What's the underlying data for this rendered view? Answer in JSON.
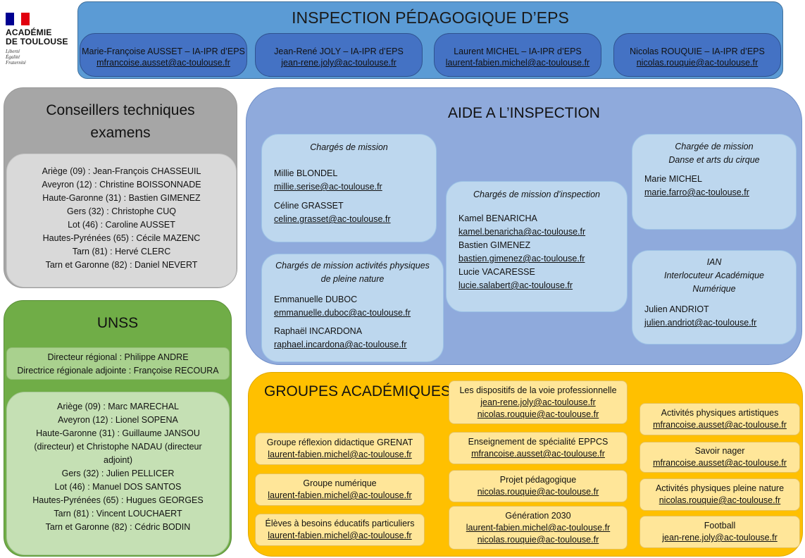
{
  "logo": {
    "line1": "ACADÉMIE",
    "line2": "DE TOULOUSE",
    "motto": [
      "Liberté",
      "Égalité",
      "Fraternité"
    ]
  },
  "inspection": {
    "title": "INSPECTION PÉDAGOGIQUE D’EPS",
    "inspectors": [
      {
        "name": "Marie-Françoise AUSSET – IA-IPR d’EPS",
        "email": "mfrancoise.ausset@ac-toulouse.fr"
      },
      {
        "name": "Jean-René JOLY – IA-IPR d’EPS",
        "email": "jean-rene.joly@ac-toulouse.fr"
      },
      {
        "name": "Laurent MICHEL – IA-IPR d’EPS",
        "email": "laurent-fabien.michel@ac-toulouse.fr"
      },
      {
        "name": "Nicolas ROUQUIE – IA-IPR d’EPS",
        "email": "nicolas.rouquie@ac-toulouse.fr"
      }
    ]
  },
  "conseillers": {
    "title_l1": "Conseillers techniques",
    "title_l2": "examens",
    "items": [
      "Ariège (09) : Jean-François CHASSEUIL",
      "Aveyron (12) : Christine BOISSONNADE",
      "Haute-Garonne (31) : Bastien GIMENEZ",
      "Gers (32) : Christophe CUQ",
      "Lot (46) : Caroline AUSSET",
      "Hautes-Pyrénées (65) : Cécile MAZENC",
      "Tarn (81) : Hervé CLERC",
      "Tarn et Garonne (82) : Daniel NEVERT"
    ]
  },
  "unss": {
    "title": "UNSS",
    "directors": [
      "Directeur régional : Philippe ANDRE",
      "Directrice régionale adjointe : Françoise RECOURA"
    ],
    "items": [
      "Ariège (09) : Marc MARECHAL",
      "Aveyron (12) : Lionel SOPENA",
      "Haute-Garonne (31) : Guillaume JANSOU",
      "(directeur) et Christophe NADAU (directeur",
      "adjoint)",
      "Gers (32) : Julien PELLICER",
      "Lot (46) : Manuel DOS SANTOS",
      "Hautes-Pyrénées (65) : Hugues GEORGES",
      "Tarn (81) : Vincent LOUCHAERT",
      "Tarn et Garonne (82) : Cédric BODIN"
    ]
  },
  "aide": {
    "title": "AIDE A L’INSPECTION",
    "charges_mission": {
      "header": "Chargés de mission",
      "people": [
        {
          "name": "Millie BLONDEL",
          "email": "millie.serise@ac-toulouse.fr"
        },
        {
          "name": "Céline GRASSET",
          "email": "celine.grasset@ac-toulouse.fr"
        }
      ]
    },
    "pleine_nature": {
      "header_l1": "Chargés de mission activités physiques",
      "header_l2": "de pleine nature",
      "people": [
        {
          "name": "Emmanuelle DUBOC",
          "email": "emmanuelle.duboc@ac-toulouse.fr"
        },
        {
          "name": "Raphaël INCARDONA",
          "email": "raphael.incardona@ac-toulouse.fr"
        }
      ]
    },
    "inspection_mission": {
      "header": "Chargés de mission d’inspection",
      "people": [
        {
          "name": "Kamel BENARICHA",
          "email": "kamel.benaricha@ac-toulouse.fr"
        },
        {
          "name": "Bastien GIMENEZ",
          "email": "bastien.gimenez@ac-toulouse.fr"
        },
        {
          "name": "Lucie VACARESSE",
          "email": "lucie.salabert@ac-toulouse.fr"
        }
      ]
    },
    "danse": {
      "header_l1": "Chargée de mission",
      "header_l2": "Danse et arts du cirque",
      "people": [
        {
          "name": "Marie MICHEL",
          "email": "marie.farro@ac-toulouse.fr"
        }
      ]
    },
    "ian": {
      "header_l1": "IAN",
      "header_l2": "Interlocuteur Académique",
      "header_l3": "Numérique",
      "people": [
        {
          "name": "Julien ANDRIOT",
          "email": "julien.andriot@ac-toulouse.fr"
        }
      ]
    }
  },
  "groupes": {
    "title": "GROUPES ACADÉMIQUES",
    "col1": [
      {
        "label": "Groupe réflexion didactique GRENAT",
        "emails": [
          "laurent-fabien.michel@ac-toulouse.fr"
        ]
      },
      {
        "label": "Groupe numérique",
        "emails": [
          "laurent-fabien.michel@ac-toulouse.fr"
        ]
      },
      {
        "label": "Élèves à besoins éducatifs particuliers",
        "emails": [
          "laurent-fabien.michel@ac-toulouse.fr"
        ]
      }
    ],
    "col2": [
      {
        "label": "Les dispositifs de la voie professionnelle",
        "emails": [
          "jean-rene.joly@ac-toulouse.fr",
          "nicolas.rouquie@ac-toulouse.fr"
        ]
      },
      {
        "label": "Enseignement de spécialité EPPCS",
        "emails": [
          "mfrancoise.ausset@ac-toulouse.fr"
        ]
      },
      {
        "label": "Projet pédagogique",
        "emails": [
          "nicolas.rouquie@ac-toulouse.fr"
        ]
      },
      {
        "label": "Génération 2030",
        "emails": [
          "laurent-fabien.michel@ac-toulouse.fr",
          "nicolas.rouquie@ac-toulouse.fr"
        ]
      }
    ],
    "col3": [
      {
        "label": "Activités physiques artistiques",
        "emails": [
          "mfrancoise.ausset@ac-toulouse.fr"
        ]
      },
      {
        "label": "Savoir nager",
        "emails": [
          "mfrancoise.ausset@ac-toulouse.fr"
        ]
      },
      {
        "label": "Activités physiques pleine nature",
        "emails": [
          "nicolas.rouquie@ac-toulouse.fr"
        ]
      },
      {
        "label": "Football",
        "emails": [
          "jean-rene.joly@ac-toulouse.fr"
        ]
      }
    ]
  },
  "colors": {
    "ipr_bg": "#5b9bd5",
    "ipr_box": "#4472c4",
    "conseillers_bg": "#a6a6a6",
    "unss_bg": "#70ad47",
    "aide_bg": "#8faadc",
    "aide_card": "#bdd7ee",
    "groupes_bg": "#ffc000",
    "groupes_box": "#ffe699"
  }
}
